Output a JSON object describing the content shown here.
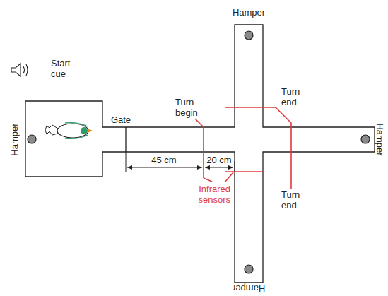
{
  "diagram": {
    "labels": [
      "Start cue",
      "Hamper",
      "Gate",
      "Turn begin",
      "45 cm",
      "20 cm",
      "Infrared sensors",
      "Hamper",
      "Turn end",
      "Turn end",
      "Hamper",
      "Hamper"
    ]
  }
}
